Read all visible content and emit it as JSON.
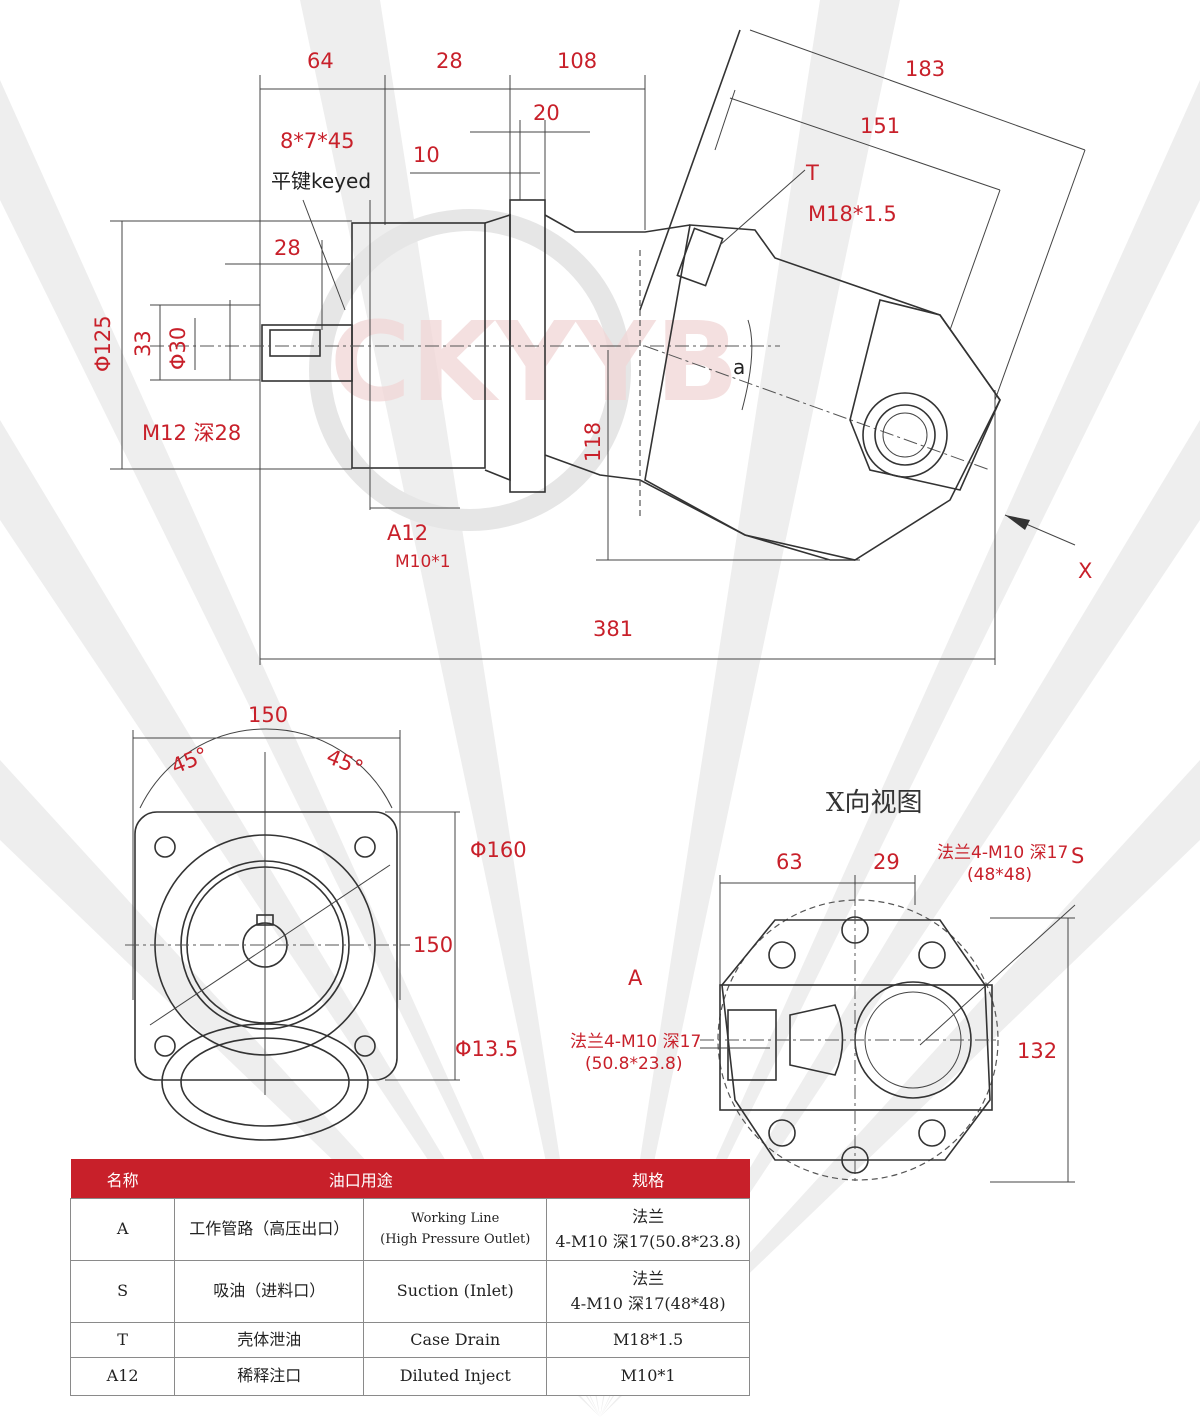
{
  "watermark": "CKYYB",
  "side_view": {
    "top_dims": [
      "64",
      "28",
      "108"
    ],
    "keyway": "8*7*45",
    "keyed_label": "平键keyed",
    "dim_20": "20",
    "dim_10": "10",
    "dim_28": "28",
    "phi125": "Φ125",
    "dim_33": "33",
    "phi30": "Φ30",
    "thread": "M12 深28",
    "a12_label": "A12",
    "a12_spec": "M10*1",
    "dim_118": "118",
    "dim_381": "381",
    "dim_183": "183",
    "dim_151": "151",
    "t_label": "T",
    "t_spec": "M18*1.5",
    "angle_a": "a",
    "x_label": "X"
  },
  "front_view": {
    "dim_150_top": "150",
    "angle_left": "45°",
    "angle_right": "45°",
    "phi160": "Φ160",
    "dim_150_right": "150",
    "phi13_5": "Φ13.5"
  },
  "x_view": {
    "title": "X向视图",
    "dim_63": "63",
    "dim_29": "29",
    "s_flange": "法兰4-M10 深17",
    "s_size": "(48*48)",
    "s_label": "S",
    "a_label": "A",
    "a_flange": "法兰4-M10 深17",
    "a_size": "(50.8*23.8)",
    "dim_132": "132"
  },
  "table": {
    "headers": [
      "名称",
      "油口用途",
      "规格"
    ],
    "rows": [
      {
        "name": "A",
        "cn": "工作管路（高压出口）",
        "en": [
          "Working Line",
          "(High Pressure Outlet)"
        ],
        "spec": [
          "法兰",
          "4-M10 深17(50.8*23.8)"
        ]
      },
      {
        "name": "S",
        "cn": "吸油（进料口）",
        "en": [
          "Suction (Inlet)"
        ],
        "spec": [
          "法兰",
          "4-M10 深17(48*48)"
        ]
      },
      {
        "name": "T",
        "cn": "壳体泄油",
        "en": [
          "Case Drain"
        ],
        "spec": [
          "M18*1.5"
        ]
      },
      {
        "name": "A12",
        "cn": "稀释注口",
        "en": [
          "Diluted Inject"
        ],
        "spec": [
          "M10*1"
        ]
      }
    ]
  },
  "colors": {
    "accent": "#c8202a",
    "line": "#333333",
    "background": "#ffffff"
  }
}
